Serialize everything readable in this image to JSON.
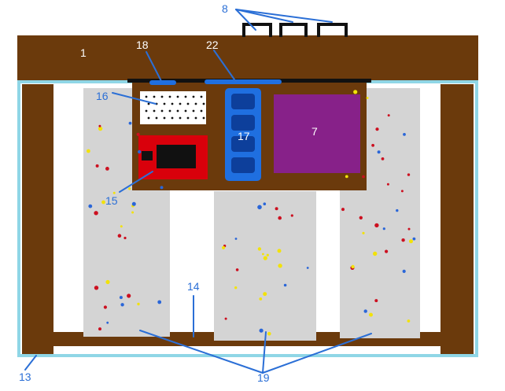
{
  "labels": {
    "l1": "1",
    "l7": "7",
    "l8": "8",
    "l13": "13",
    "l14": "14",
    "l15": "15",
    "l16": "16",
    "l17": "17",
    "l18": "18",
    "l19": "19",
    "l22": "22"
  },
  "colors": {
    "wood": "#6b3a0c",
    "frame_outline": "#8fd6e6",
    "panel": "#d4d4d4",
    "purple": "#872189",
    "red": "#d9000b",
    "blue": "#1f6fe0",
    "leader": "#2b6fd6",
    "dot_red": "#cc1020",
    "dot_blue": "#2a66d8",
    "dot_yellow": "#f2e20a"
  }
}
